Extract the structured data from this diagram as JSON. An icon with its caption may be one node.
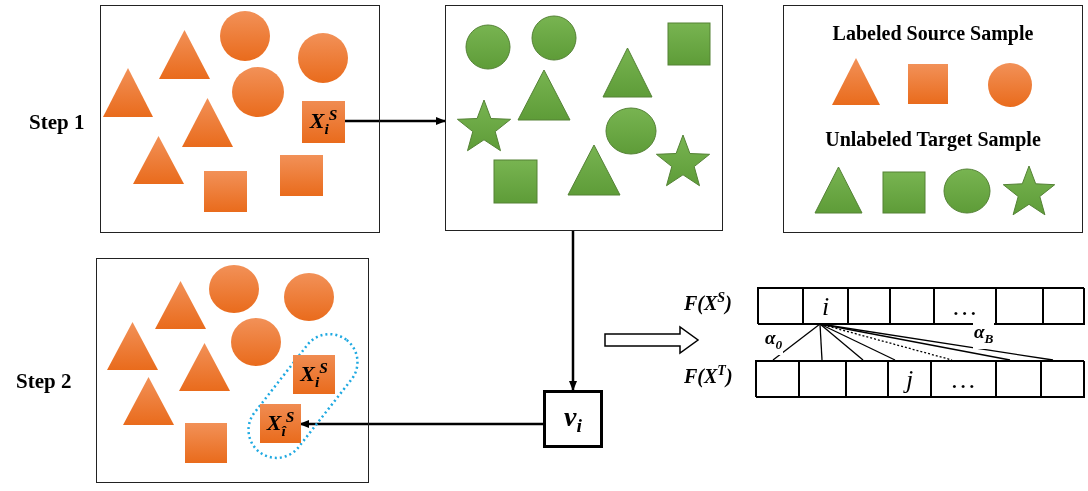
{
  "diagram": {
    "nodes": [
      {
        "text": [],
        "shape": "box",
        "beside": [
          "Step 1"
        ]
      },
      {
        "text": [
          "X$_{i}$$^{S}$"
        ],
        "in": 0
      },
      {
        "text": [],
        "shape": "box"
      },
      {
        "text": [],
        "shape": "box",
        "beside": [
          "Step 2"
        ]
      },
      {
        "text": [],
        "shape": "capsule",
        "in": 3
      },
      {
        "text": [
          "X$_{i}$$^{S}$"
        ],
        "in": 4
      },
      {
        "text": [
          "X$_{î}$$^{S}$"
        ],
        "in": 4
      },
      {
        "text": [
          "v$_{i}$"
        ]
      },
      {
        "text": [],
        "shape": "box",
        "beside": [
          "F(X$^{S}$)"
        ]
      },
      {
        "text": [],
        "shape": "box",
        "in": 8
      },
      {
        "text": [
          "i"
        ],
        "in": 8
      },
      {
        "text": [],
        "shape": "box",
        "in": 8
      },
      {
        "text": [],
        "shape": "box",
        "in": 8
      },
      {
        "text": [
          "…"
        ],
        "in": 8
      },
      {
        "text": [],
        "shape": "box",
        "in": 8
      },
      {
        "text": [],
        "shape": "box",
        "in": 8
      },
      {
        "text": [],
        "shape": "box",
        "beside": [
          "F(X$^{T}$)"
        ]
      },
      {
        "text": [],
        "shape": "box",
        "in": 16
      },
      {
        "text": [],
        "shape": "box",
        "in": 16
      },
      {
        "text": [],
        "shape": "box",
        "in": 16
      },
      {
        "text": [
          "j"
        ],
        "in": 16
      },
      {
        "text": [
          "…"
        ],
        "in": 16
      },
      {
        "text": [],
        "shape": "box",
        "in": 16
      },
      {
        "text": [],
        "shape": "box",
        "in": 16
      }
    ],
    "edges": [
      {
        "from": 1,
        "to": 2,
        "arrow": "to"
      },
      {
        "from": 2,
        "to": 7,
        "arrow": "to"
      },
      {
        "from": 7,
        "to": 6,
        "arrow": "to"
      },
      {
        "from": null,
        "to": 8,
        "arrow": "to"
      },
      {
        "from": 10,
        "to": 17,
        "arrow": "none",
        "label": "α$_{0}$"
      },
      {
        "from": 10,
        "to": 18,
        "arrow": "none"
      },
      {
        "from": 10,
        "to": 19,
        "arrow": "none"
      },
      {
        "from": 10,
        "to": 20,
        "arrow": "none"
      },
      {
        "from": 10,
        "to": 21,
        "arrow": "none",
        "style": "dashed"
      },
      {
        "from": 10,
        "to": 22,
        "arrow": "none"
      },
      {
        "from": 10,
        "to": 23,
        "arrow": "none",
        "label": "α$_{B}$"
      }
    ],
    "legend": [
      {
        "text": "Labeled Source Sample"
      },
      {
        "text": "Unlabeled Target Sample"
      }
    ]
  }
}
